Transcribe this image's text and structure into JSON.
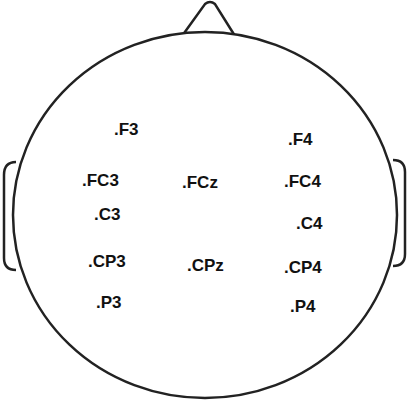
{
  "diagram": {
    "labels": [
      ".F3",
      ".F4",
      ".FC3",
      ".FCz",
      ".FC4",
      ".C3",
      ".C4",
      ".CP3",
      ".CPz",
      ".CP4",
      ".P3",
      ".P4"
    ]
  }
}
